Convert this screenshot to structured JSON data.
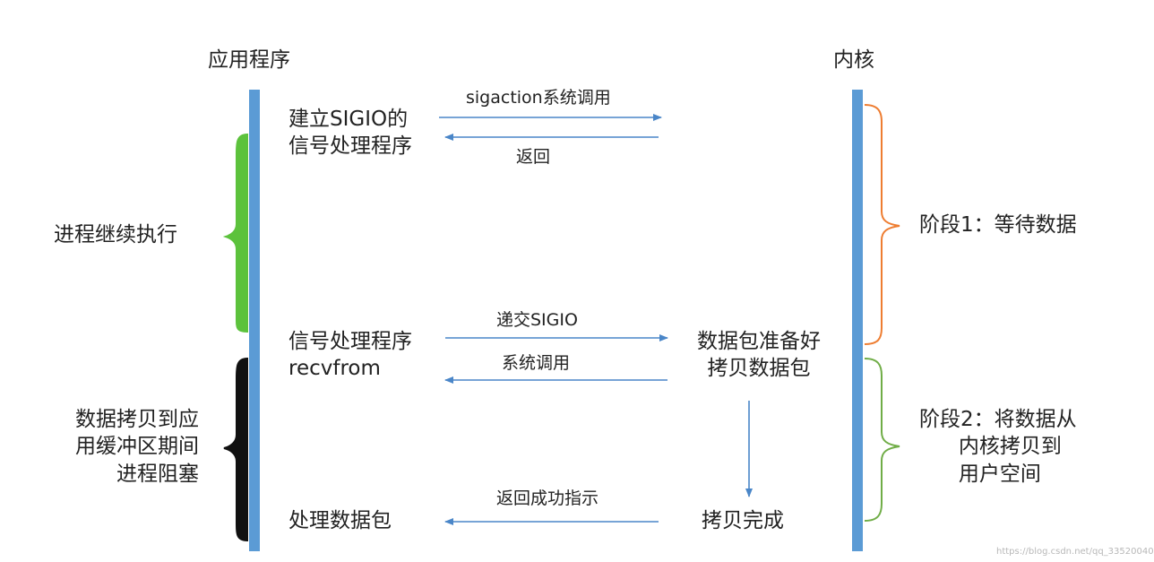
{
  "app_label": "应用程序",
  "kernel_label": "内核",
  "steps": {
    "setup": {
      "title": "建立SIGIO的\n信号处理程序",
      "call": "sigaction系统调用",
      "ret": "返回"
    },
    "deliver": {
      "app_text": "信号处理程序\nrecvfrom",
      "signal": "递交SIGIO",
      "call": "系统调用",
      "kernel_text": "数据包准备好\n拷贝数据包"
    },
    "finish": {
      "app_text": "处理数据包",
      "ret": "返回成功指示",
      "kernel_text": "拷贝完成"
    }
  },
  "app_phases": {
    "continue": "进程继续执行",
    "blocked": "数据拷贝到应\n用缓冲区期间\n进程阻塞"
  },
  "kernel_phases": {
    "phase1": "阶段1：等待数据",
    "phase2": "阶段2：将数据从\n      内核拷贝到\n      用户空间"
  },
  "watermark": "https://blog.csdn.net/qq_33520040",
  "colors": {
    "timeline": "#5b9bd5",
    "arrow": "#4a86c8",
    "brace_green": "#5cc23c",
    "brace_black": "#111111",
    "brace_orange": "#ee7d31",
    "brace_green_thin": "#70ad47"
  }
}
